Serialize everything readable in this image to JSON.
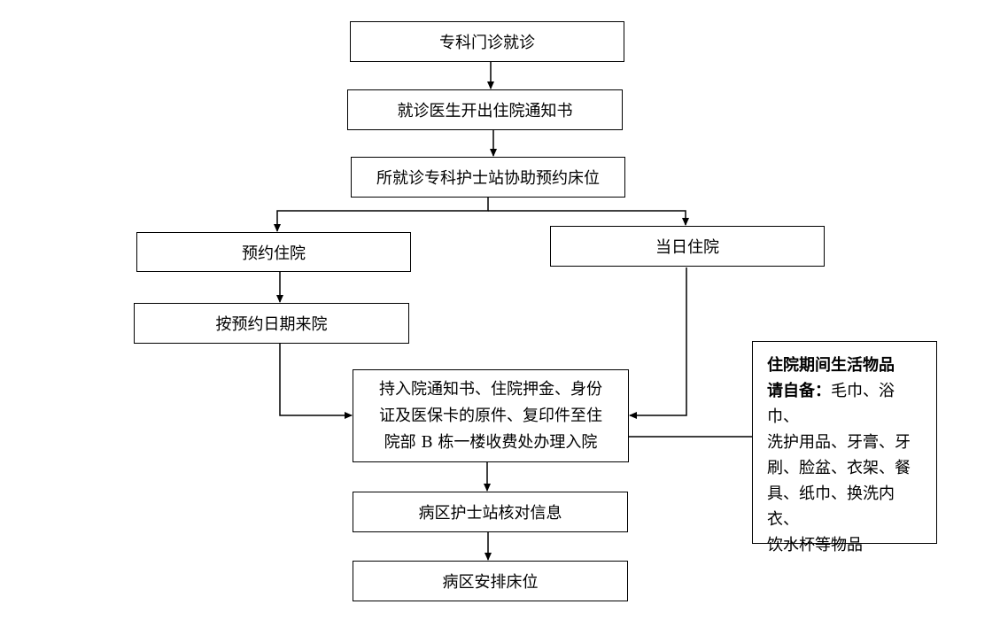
{
  "steps": {
    "specialist_clinic": "专科门诊就诊",
    "admission_notice": "就诊医生开出住院通知书",
    "nurse_station_booking": "所就诊专科护士站协助预约床位",
    "scheduled_admission": "预约住院",
    "same_day_admission": "当日住院",
    "arrive_on_date": "按预约日期来院",
    "admission_procedure": {
      "line1": "持入院通知书、住院押金、身份",
      "line2": "证及医保卡的原件、复印件至住",
      "line3": "院部 B 栋一楼收费处办理入院"
    },
    "ward_verify": "病区护士站核对信息",
    "ward_bed": "病区安排床位"
  },
  "note": {
    "heading_line1": "住院期间生活物品",
    "heading_line2": "请自备：",
    "text_line2": "毛巾、浴巾、",
    "line3": "洗护用品、牙膏、牙",
    "line4": "刷、脸盆、衣架、餐",
    "line5": "具、纸巾、换洗内衣、",
    "line6": "饮水杯等物品"
  }
}
